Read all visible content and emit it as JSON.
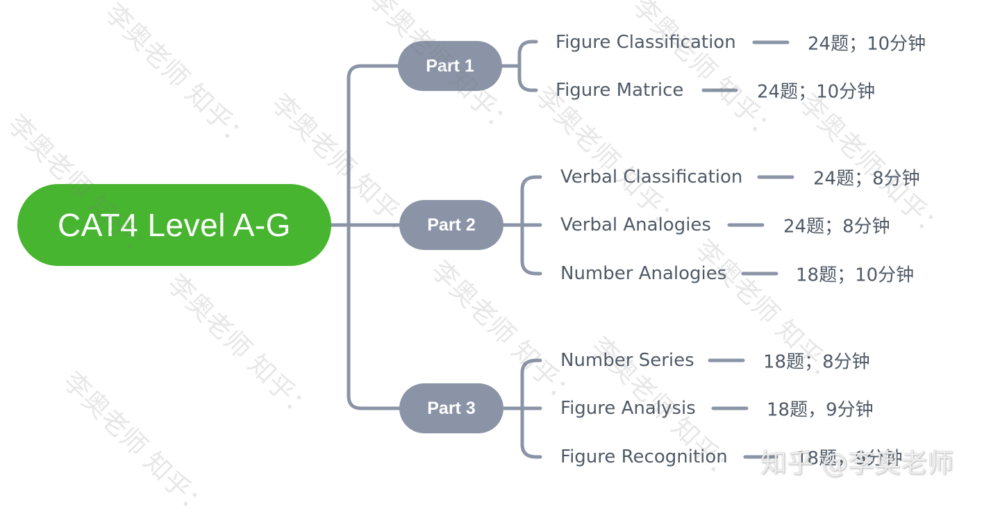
{
  "root": {
    "label": "CAT4 Level A-G"
  },
  "parts": [
    {
      "label": "Part 1",
      "items": [
        {
          "topic": "Figure Classification",
          "detail": "24题；10分钟"
        },
        {
          "topic": "Figure Matrice",
          "detail": "24题；10分钟"
        }
      ]
    },
    {
      "label": "Part 2",
      "items": [
        {
          "topic": "Verbal Classification",
          "detail": "24题；8分钟"
        },
        {
          "topic": "Verbal Analogies",
          "detail": "24题；8分钟"
        },
        {
          "topic": "Number Analogies",
          "detail": "18题；10分钟"
        }
      ]
    },
    {
      "label": "Part 3",
      "items": [
        {
          "topic": "Number Series",
          "detail": "18题；8分钟"
        },
        {
          "topic": "Figure Analysis",
          "detail": "18题，9分钟"
        },
        {
          "topic": "Figure Recognition",
          "detail": "18题，9分钟"
        }
      ]
    }
  ],
  "watermark": {
    "repeat_text": "李奥老师 知乎：",
    "credit": "知乎 @李奥老师"
  },
  "colors": {
    "root": "#47b52f",
    "part": "#8a94a6",
    "connector": "#8a94a6",
    "text": "#4f5966"
  }
}
